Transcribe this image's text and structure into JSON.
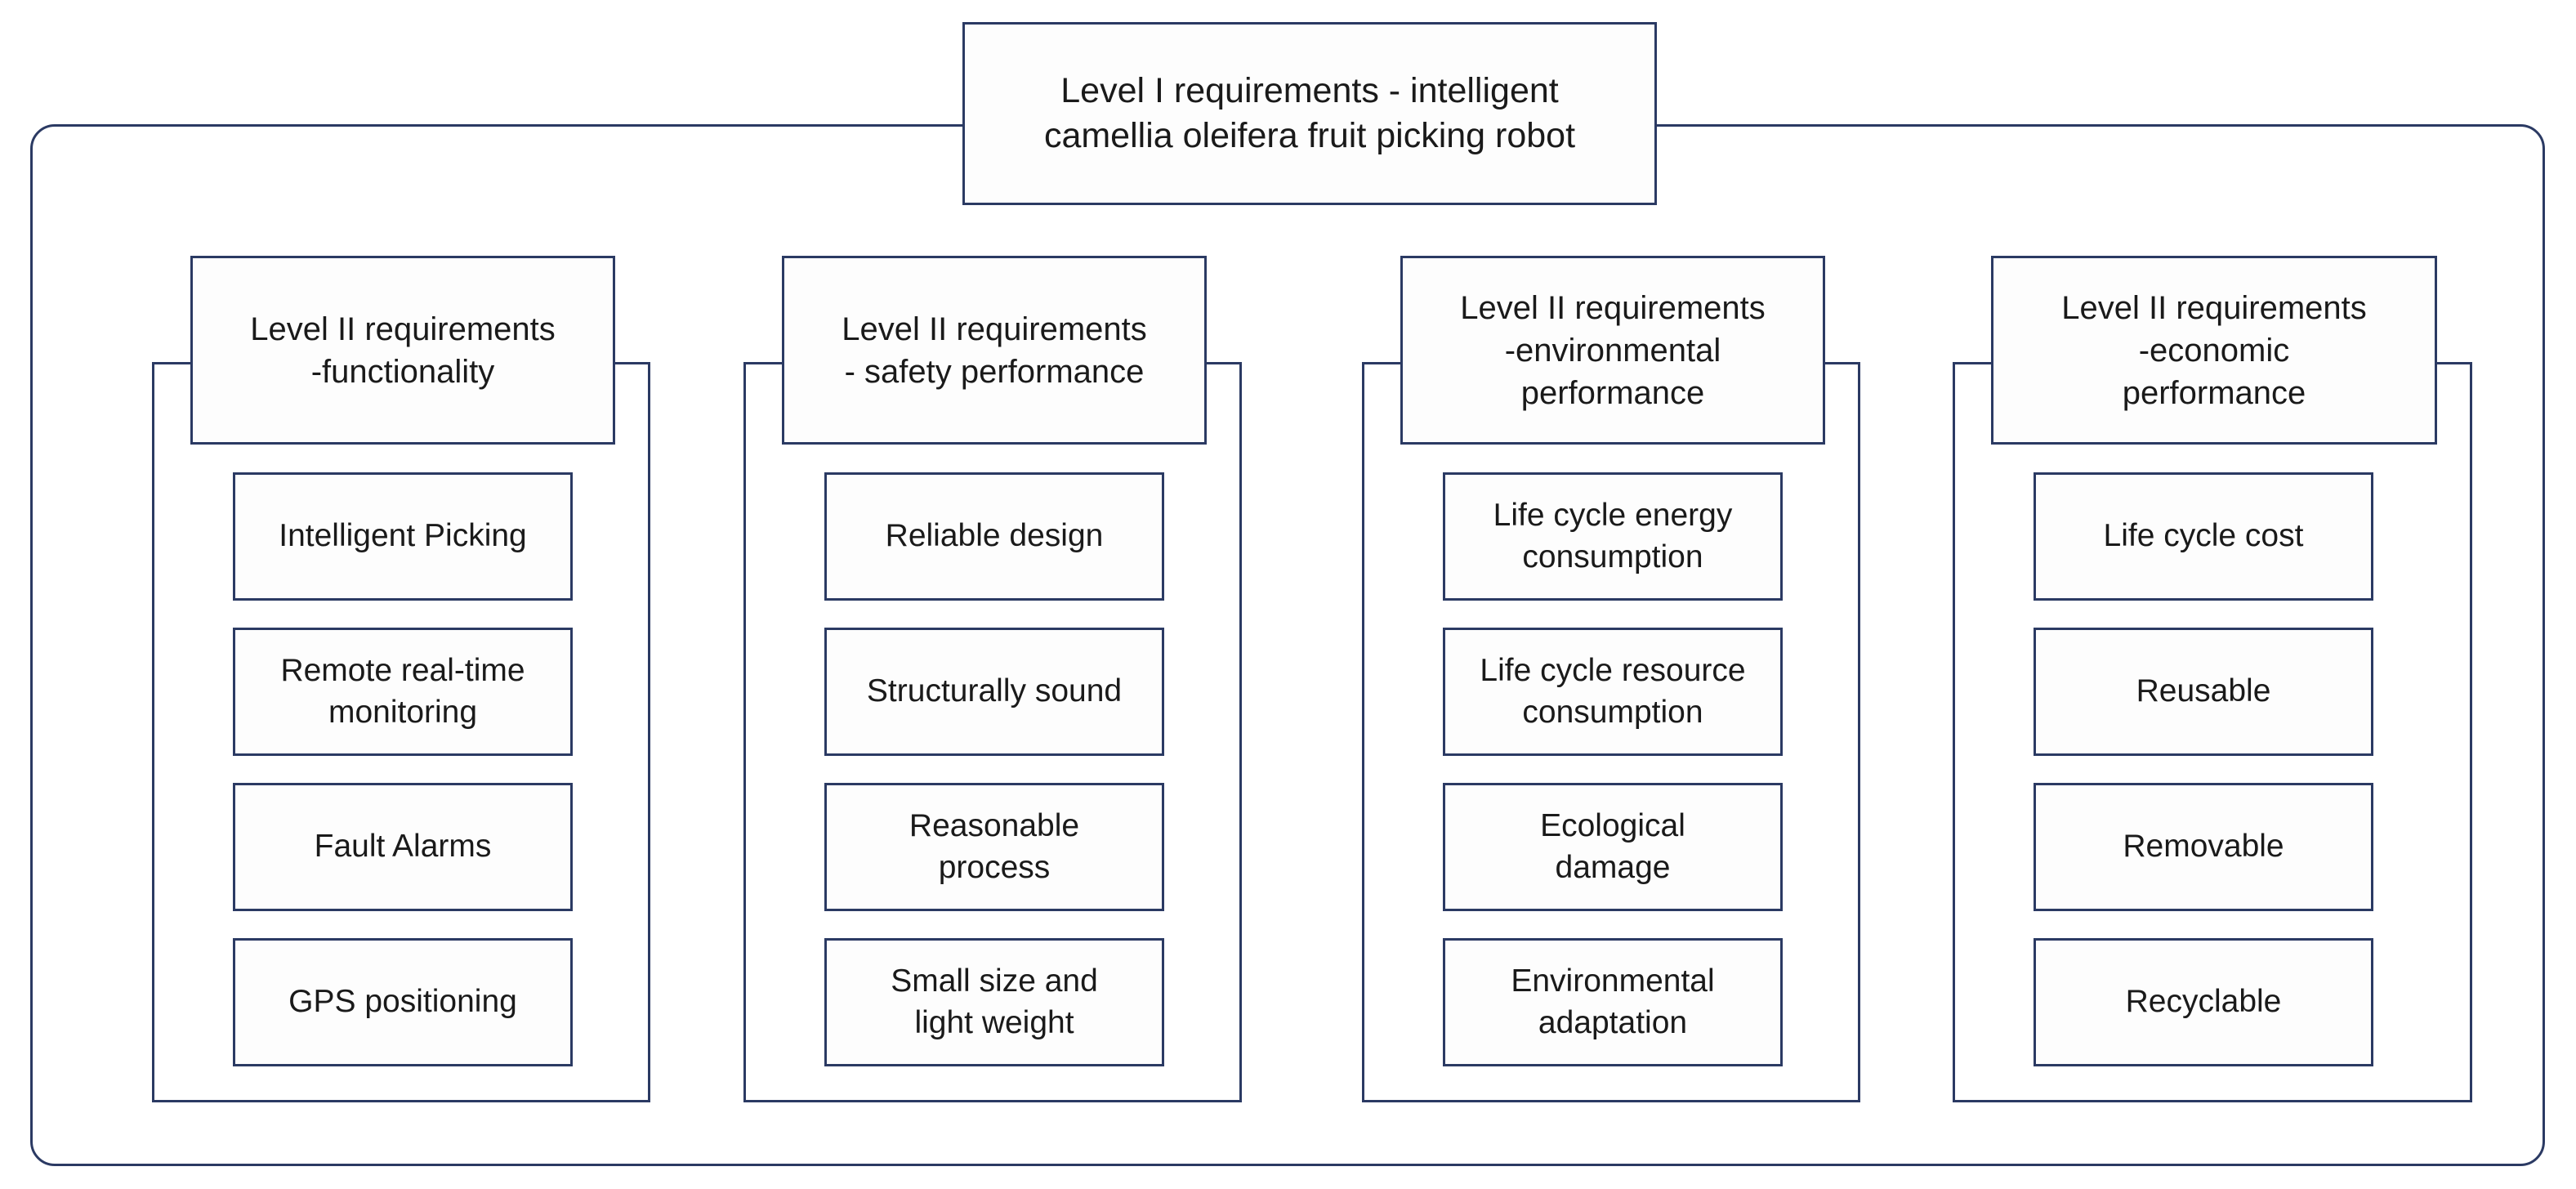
{
  "diagram": {
    "title": "Requirements hierarchy for intelligent camellia oleifera fruit picking robot",
    "accent_color": "#2b3a63",
    "background_color": "#ffffff",
    "box_fill_color": "#fdfdfd",
    "text_color": "#1a1a1a"
  },
  "root": {
    "label": "Level I requirements - intelligent\ncamellia oleifera fruit picking robot"
  },
  "columns": [
    {
      "id": "functionality",
      "category_label": "Level II requirements\n-functionality",
      "items": [
        {
          "label": "Intelligent Picking"
        },
        {
          "label": "Remote real-time\nmonitoring"
        },
        {
          "label": "Fault Alarms"
        },
        {
          "label": "GPS positioning"
        }
      ]
    },
    {
      "id": "safety-performance",
      "category_label": "Level II requirements\n- safety performance",
      "items": [
        {
          "label": "Reliable design"
        },
        {
          "label": "Structurally sound"
        },
        {
          "label": "Reasonable\nprocess"
        },
        {
          "label": "Small size and\nlight weight"
        }
      ]
    },
    {
      "id": "environmental-performance",
      "category_label": "Level II requirements\n-environmental\nperformance",
      "items": [
        {
          "label": "Life cycle energy\nconsumption"
        },
        {
          "label": "Life cycle resource\nconsumption"
        },
        {
          "label": "Ecological\ndamage"
        },
        {
          "label": "Environmental\nadaptation"
        }
      ]
    },
    {
      "id": "economic-performance",
      "category_label": "Level II requirements\n-economic\nperformance",
      "items": [
        {
          "label": "Life cycle cost"
        },
        {
          "label": "Reusable"
        },
        {
          "label": "Removable"
        },
        {
          "label": "Recyclable"
        }
      ]
    }
  ]
}
